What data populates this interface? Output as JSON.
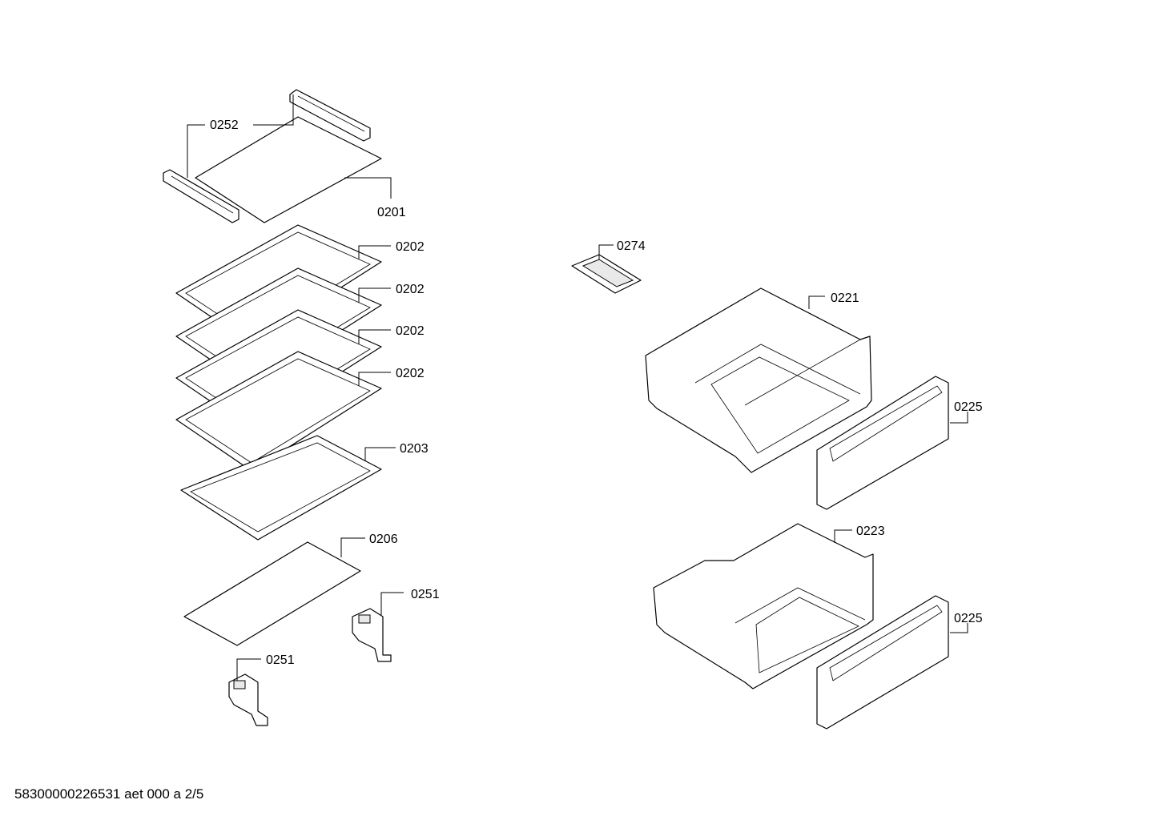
{
  "labels": {
    "p0252": "0252",
    "p0201": "0201",
    "p0202": "0202",
    "p0203": "0203",
    "p0206": "0206",
    "p0251": "0251",
    "p0274": "0274",
    "p0221": "0221",
    "p0225": "0225",
    "p0223": "0223"
  },
  "footer": "58300000226531 aet 000 a 2/5"
}
